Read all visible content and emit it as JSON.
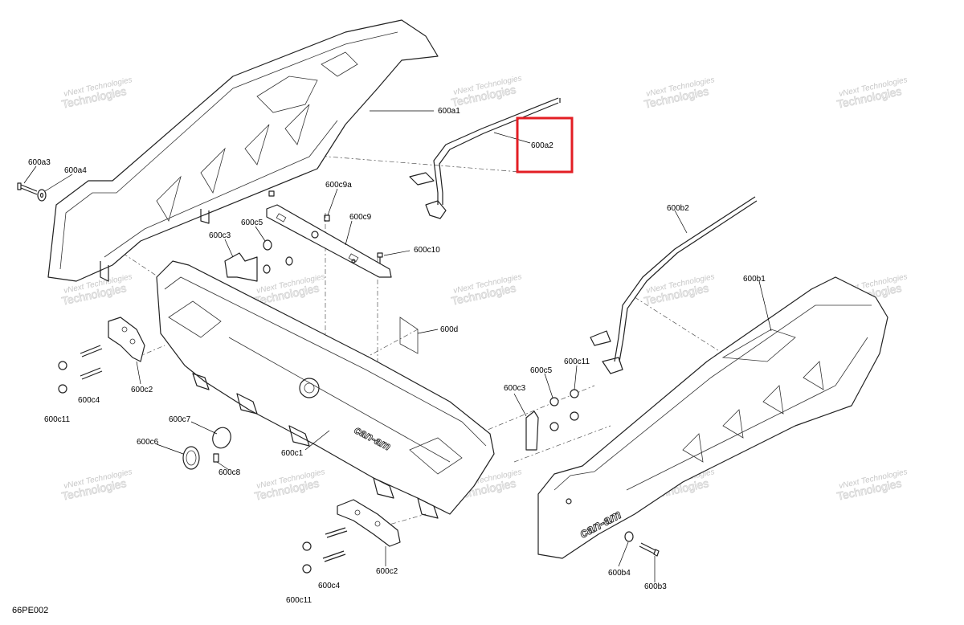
{
  "watermark": {
    "line1": "vNext",
    "line2": "Technologies",
    "combined": "vNext Technologies"
  },
  "reference_code": "66PE002",
  "highlight_color": "#e31e24",
  "labels": {
    "a1": "600a1",
    "a2": "600a2",
    "a3": "600a3",
    "a4": "600a4",
    "b1": "600b1",
    "b2": "600b2",
    "b3": "600b3",
    "b4": "600b4",
    "c1": "600c1",
    "c2_left": "600c2",
    "c2_bottom": "600c2",
    "c3_left": "600c3",
    "c3_right": "600c3",
    "c4_left": "600c4",
    "c4_bottom": "600c4",
    "c5_left": "600c5",
    "c5_right": "600c5",
    "c6": "600c6",
    "c7": "600c7",
    "c8": "600c8",
    "c9": "600c9",
    "c9a": "600c9a",
    "c10": "600c10",
    "c11_right": "600c11",
    "c11_left": "600c11",
    "c11_bottom": "600c11",
    "d": "600d"
  },
  "logo_text": "can-am",
  "highlighted_label": "600a2"
}
